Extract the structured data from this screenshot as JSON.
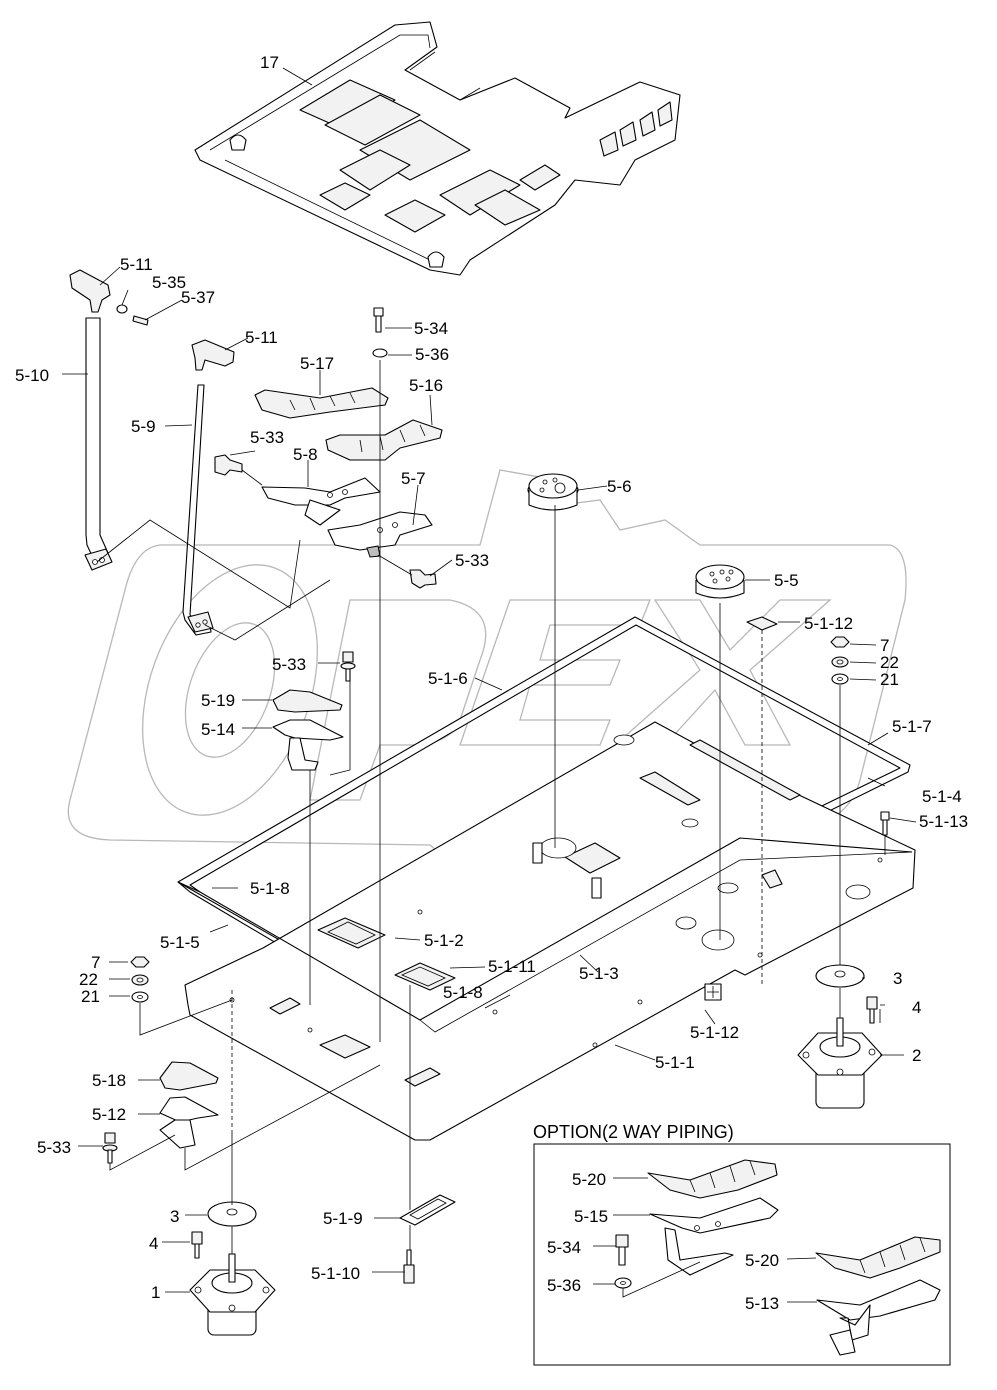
{
  "diagram": {
    "title": "Floor plate & cab mount assembly (exploded view)",
    "watermark": "OPEX",
    "option_box": {
      "title": "OPTION(2 WAY PIPING)"
    },
    "labels": {
      "p17": "17",
      "p5_11a": "5-11",
      "p5_35": "5-35",
      "p5_37": "5-37",
      "p5_11b": "5-11",
      "p5_10": "5-10",
      "p5_9": "5-9",
      "p5_34": "5-34",
      "p5_36": "5-36",
      "p5_17": "5-17",
      "p5_16": "5-16",
      "p5_33a": "5-33",
      "p5_8": "5-8",
      "p5_7": "5-7",
      "p5_6": "5-6",
      "p5_33b": "5-33",
      "p5_5": "5-5",
      "p5_1_12a": "5-1-12",
      "p7a": "7",
      "p22a": "22",
      "p21a": "21",
      "p5_33c": "5-33",
      "p5_1_6": "5-1-6",
      "p5_19": "5-19",
      "p5_14": "5-14",
      "p5_1_7": "5-1-7",
      "p5_1_4": "5-1-4",
      "p5_1_13": "5-1-13",
      "p5_1_8a": "5-1-8",
      "p5_1_5": "5-1-5",
      "p5_1_2": "5-1-2",
      "p5_1_11": "5-1-11",
      "p5_1_3": "5-1-3",
      "p5_1_8b": "5-1-8",
      "p7b": "7",
      "p22b": "22",
      "p21b": "21",
      "p3a": "3",
      "p4a": "4",
      "p5_1_12b": "5-1-12",
      "p2": "2",
      "p5_1_1": "5-1-1",
      "p5_18": "5-18",
      "p5_12": "5-12",
      "p5_33d": "5-33",
      "p3b": "3",
      "p4b": "4",
      "p1": "1",
      "p5_1_9": "5-1-9",
      "p5_1_10": "5-1-10",
      "opt5_20a": "5-20",
      "opt5_15": "5-15",
      "opt5_34": "5-34",
      "opt5_36": "5-36",
      "opt5_20b": "5-20",
      "opt5_13": "5-13"
    }
  }
}
